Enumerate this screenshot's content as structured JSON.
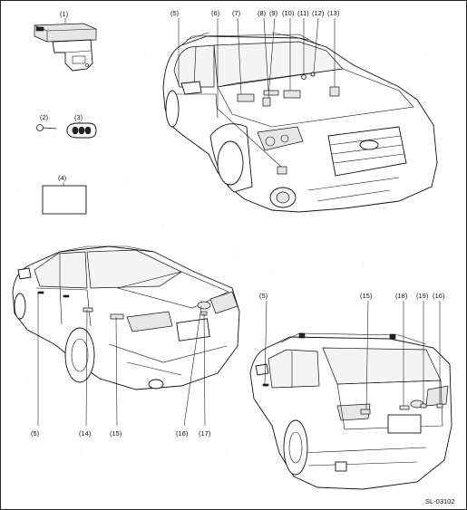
{
  "figure_code": "SL-03102",
  "callouts": {
    "c1": "(1)",
    "c2": "(2)",
    "c3": "(3)",
    "c4": "(4)",
    "c5": "(5)",
    "c6": "(6)",
    "c7": "(7)",
    "c8": "(8)",
    "c9": "(9)",
    "c10": "(10)",
    "c11": "(11)",
    "c12": "(12)",
    "c13": "(13)",
    "c5b": "(5)",
    "c14": "(14)",
    "c15b": "(15)",
    "c16b": "(16)",
    "c17": "(17)",
    "c5c": "(5)",
    "c15c": "(15)",
    "c18": "(18)",
    "c19": "(19)",
    "c16c": "(16)"
  }
}
